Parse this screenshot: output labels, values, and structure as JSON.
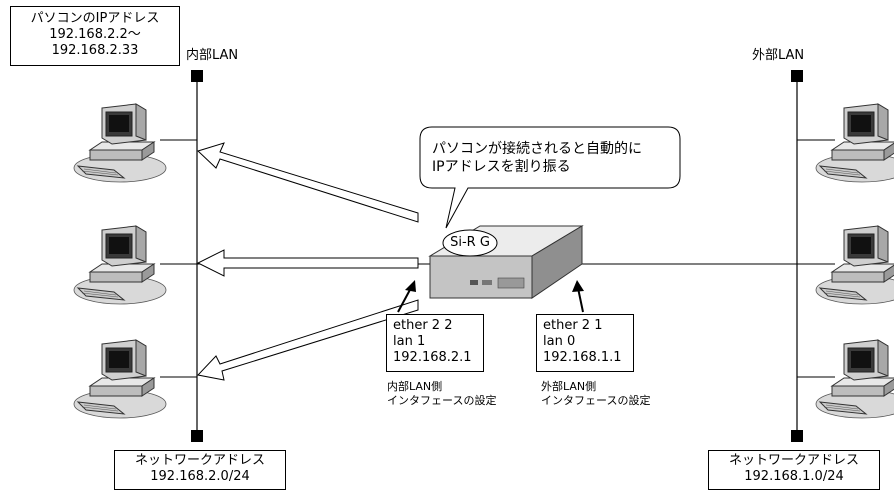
{
  "pc_ip_range": {
    "line1": "パソコンのIPアドレス",
    "line2": "192.168.2.2～",
    "line3": "192.168.2.33"
  },
  "internal_lan_label": "内部LAN",
  "external_lan_label": "外部LAN",
  "callout": {
    "line1": "パソコンが接続されると自動的に",
    "line2": "IPアドレスを割り振る"
  },
  "router_name": "Si-R G",
  "internal_iface": {
    "port": "ether 2 2",
    "lan": "lan 1",
    "ip": "192.168.2.1",
    "note1": "内部LAN側",
    "note2": "インタフェースの設定"
  },
  "external_iface": {
    "port": "ether 2 1",
    "lan": "lan 0",
    "ip": "192.168.1.1",
    "note1": "外部LAN側",
    "note2": "インタフェースの設定"
  },
  "internal_network": {
    "title": "ネットワークアドレス",
    "address": "192.168.2.0/24"
  },
  "external_network": {
    "title": "ネットワークアドレス",
    "address": "192.168.1.0/24"
  }
}
